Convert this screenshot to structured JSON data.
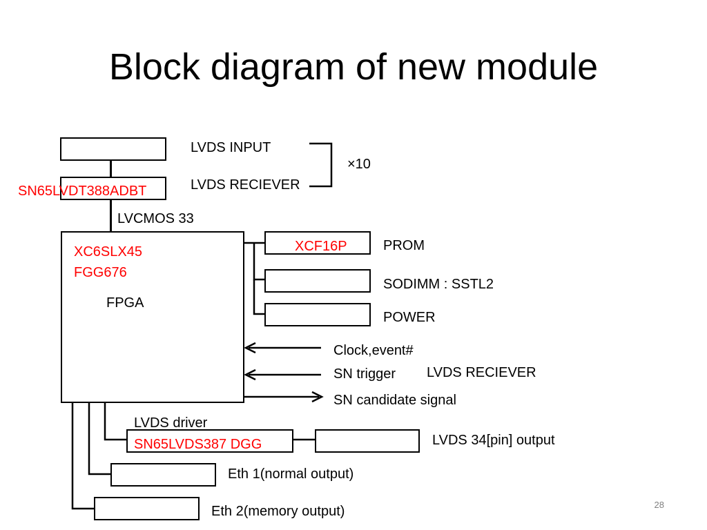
{
  "slide": {
    "title": "Block diagram of new module",
    "page_number": "28"
  },
  "diagram": {
    "lvds_input": "LVDS INPUT",
    "lvds_receiver": "LVDS RECIEVER",
    "multiplier": "×10",
    "receiver_part": "SN65LVDT388ADBT",
    "lvcmos": "LVCMOS 33",
    "fpga_part_line1": "XC6SLX45",
    "fpga_part_line2": "FGG676",
    "fpga_label": "FPGA",
    "prom_part": "XCF16P",
    "prom_label": "PROM",
    "sodimm_label": "SODIMM : SSTL2",
    "power_label": "POWER",
    "clock_label": "Clock,event#",
    "sn_trigger_label": "SN trigger",
    "sn_trigger_receiver": "LVDS RECIEVER",
    "sn_candidate_label": "SN candidate signal",
    "lvds_driver_label": "LVDS driver",
    "driver_part": "SN65LVDS387 DGG",
    "lvds_output_label": "LVDS 34[pin] output",
    "eth1_label": "Eth 1(normal output)",
    "eth2_label": "Eth 2(memory output)"
  }
}
